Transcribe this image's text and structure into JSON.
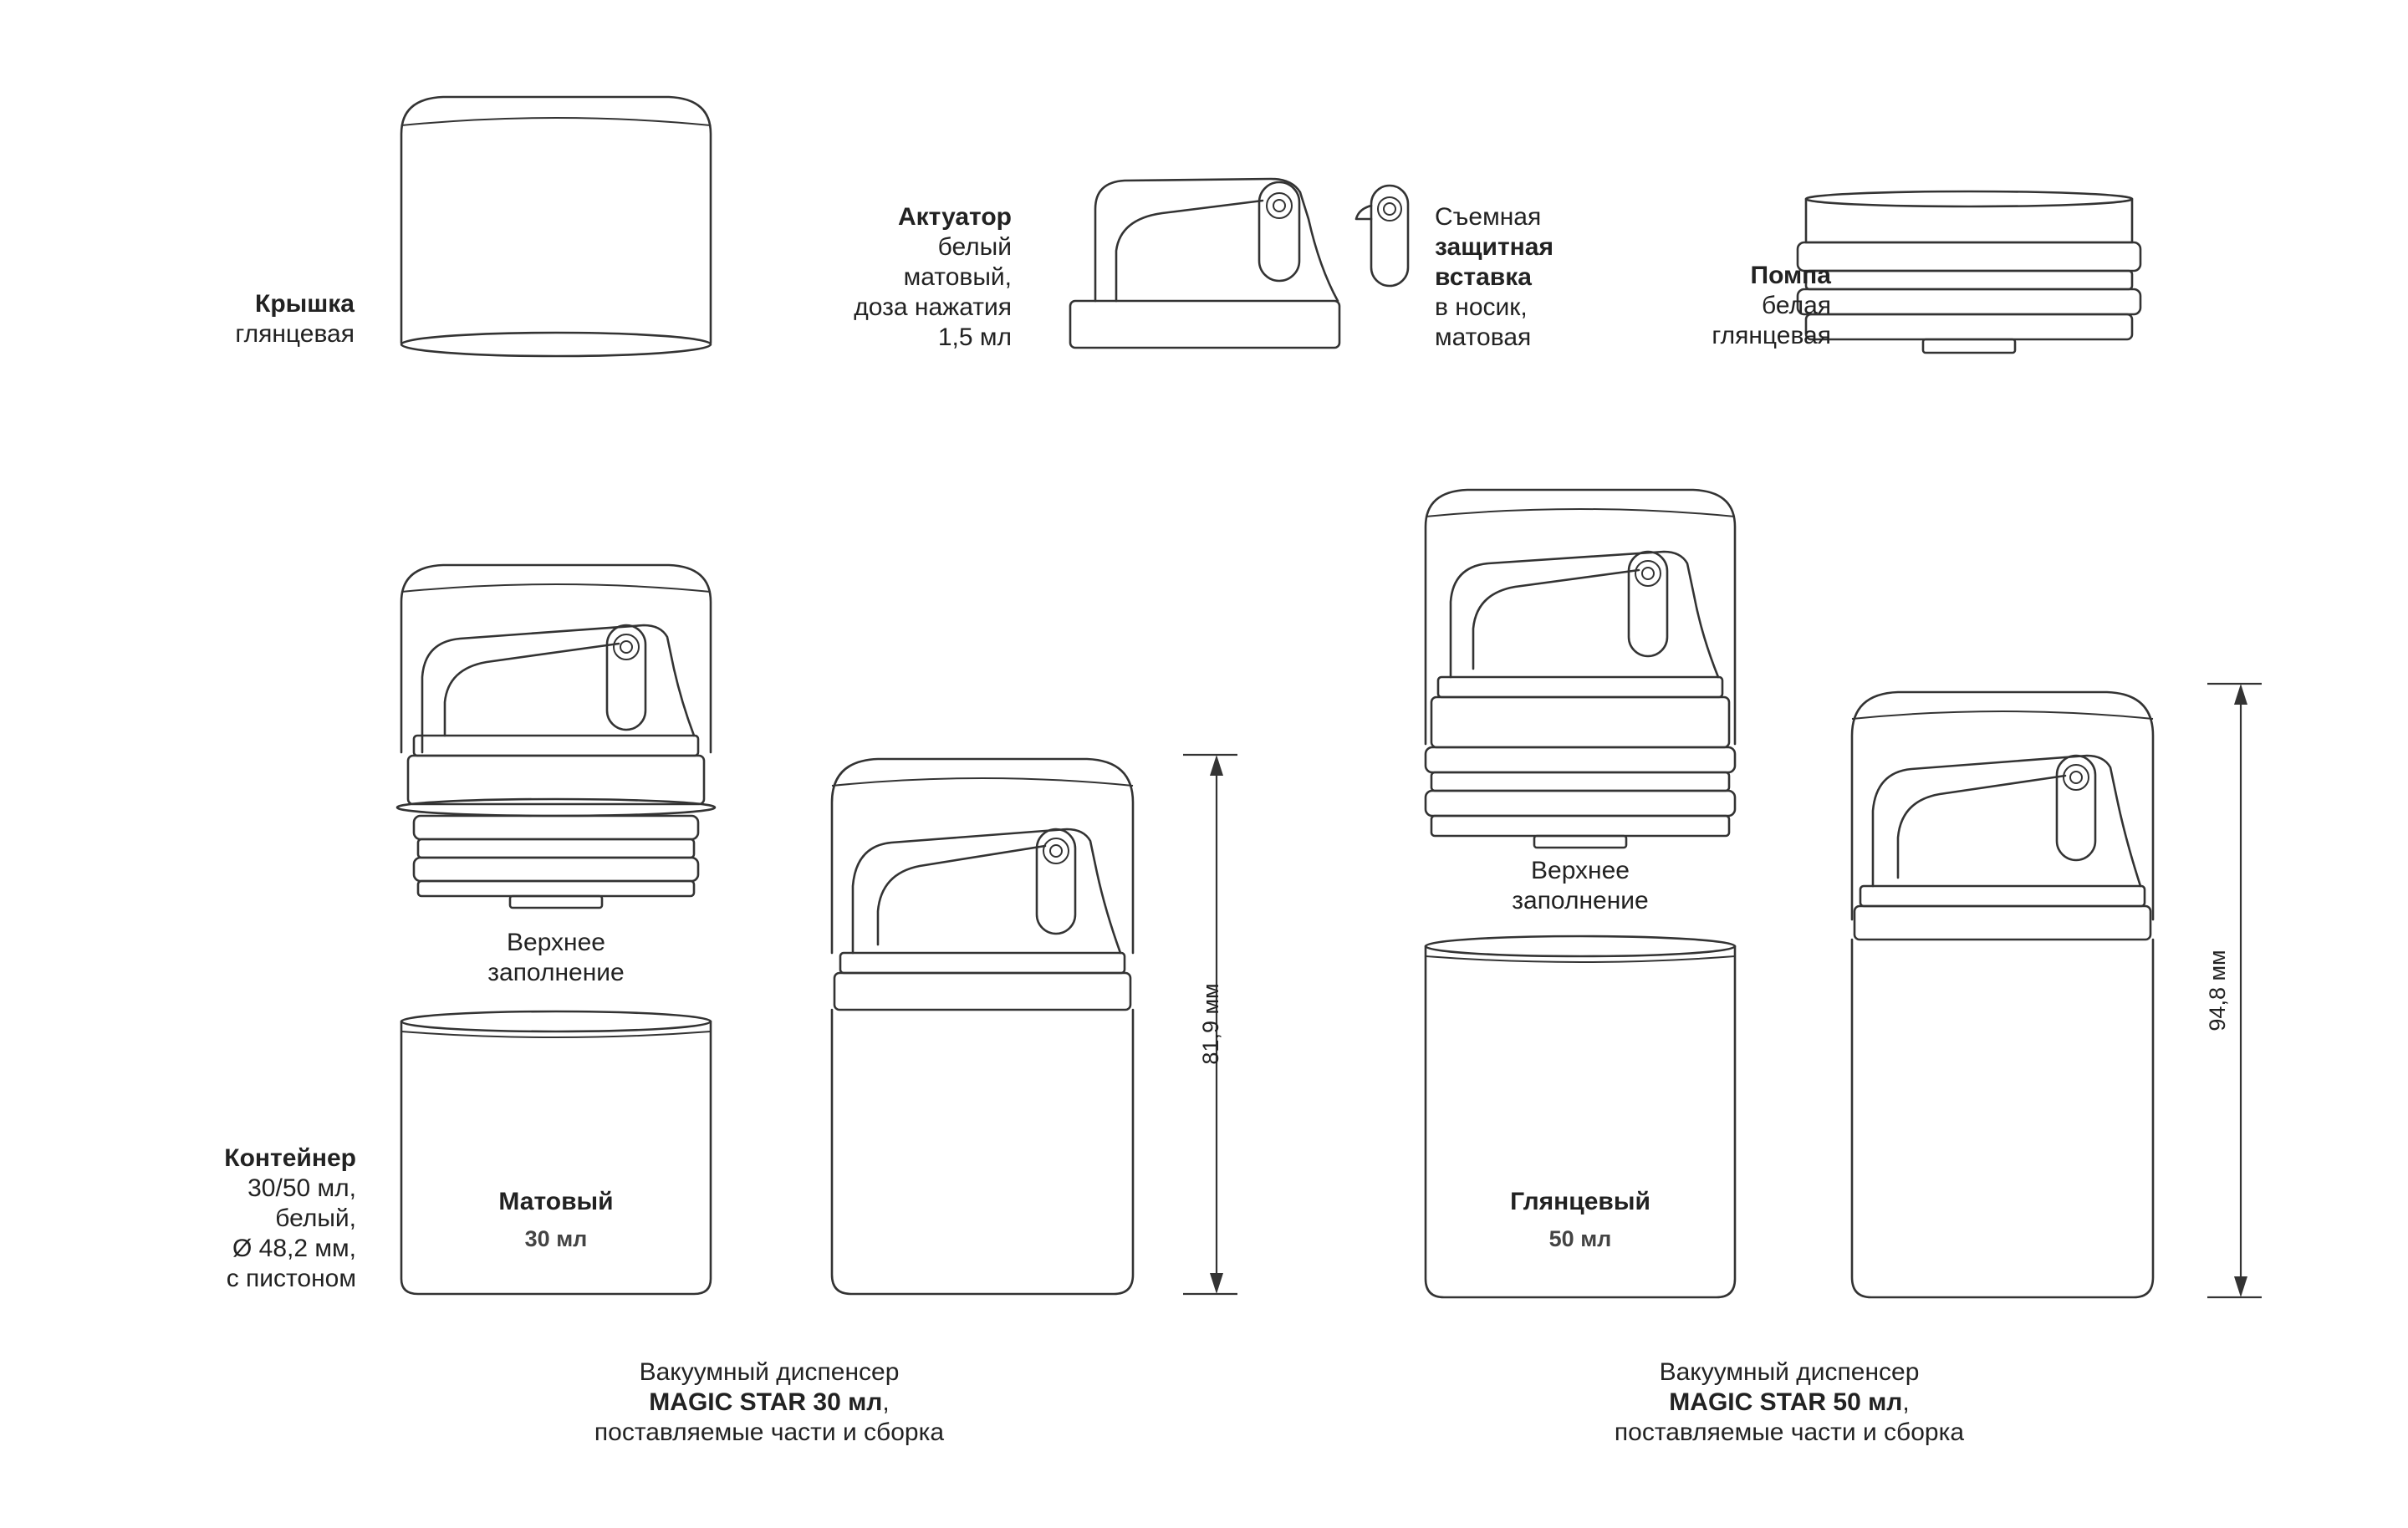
{
  "labels": {
    "lid": {
      "title": "Крышка",
      "line1": "глянцевая"
    },
    "actuator": {
      "title": "Актуатор",
      "line1": "белый",
      "line2": "матовый,",
      "line3": "доза нажатия",
      "line4": "1,5 мл"
    },
    "insert": {
      "line1": "Съемная",
      "title1": "защитная",
      "title2": "вставка",
      "line2": "в носик,",
      "line3": "матовая"
    },
    "pump": {
      "title": "Помпа",
      "line1": "белая",
      "line2": "глянцевая"
    },
    "container": {
      "title": "Контейнер",
      "line1": "30/50 мл,",
      "line2": "белый,",
      "line3": "Ø 48,2 мм,",
      "line4": "с пистоном"
    },
    "top_fill_left": {
      "line1": "Верхнее",
      "line2": "заполнение"
    },
    "top_fill_right": {
      "line1": "Верхнее",
      "line2": "заполнение"
    },
    "matte": {
      "title": "Матовый",
      "volume": "30 мл"
    },
    "glossy": {
      "title": "Глянцевый",
      "volume": "50 мл"
    },
    "dim_30": "81,9 мм",
    "dim_50": "94,8 мм",
    "caption_30": {
      "line1": "Вакуумный диспенсер",
      "line2": "MAGIC STAR 30 мл",
      "comma": ",",
      "line3": "поставляемые части и сборка"
    },
    "caption_50": {
      "line1": "Вакуумный диспенсер",
      "line2": "MAGIC STAR 50 мл",
      "comma": ",",
      "line3": "поставляемые части и сборка"
    }
  },
  "colors": {
    "line": "#333333",
    "text": "#222222",
    "background": "#ffffff"
  }
}
